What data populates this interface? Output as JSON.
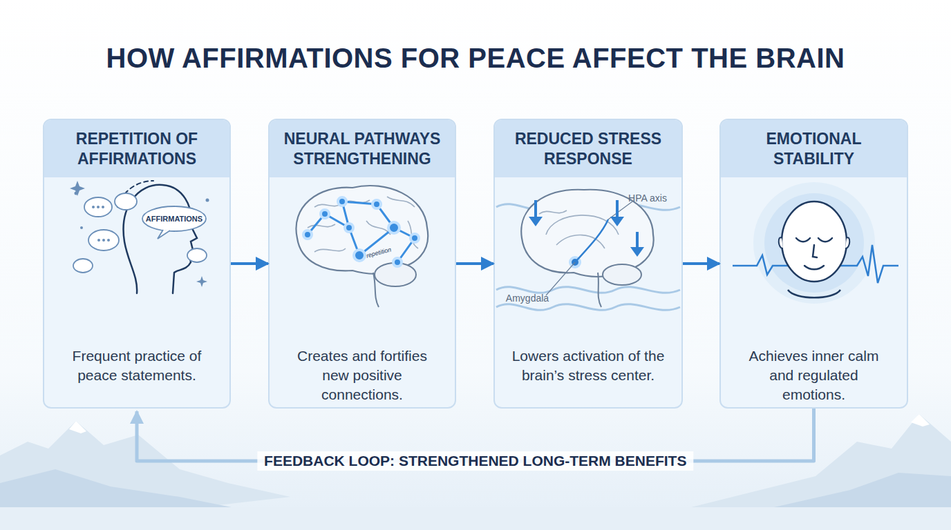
{
  "diagram": {
    "title": "HOW AFFIRMATIONS FOR PEACE AFFECT THE BRAIN",
    "nodes": [
      {
        "text": [
          "REPETITION OF AFFIRMATIONS",
          "Frequent practice of peace statements."
        ]
      },
      {
        "text": [
          "NEURAL PATHWAYS STRENGTHENING",
          "Creates and fortifies new positive connections."
        ]
      },
      {
        "text": [
          "REDUCED STRESS RESPONSE",
          "Lowers activation of the brain’s stress center."
        ]
      },
      {
        "text": [
          "EMOTIONAL STABILITY",
          "Achieves inner calm and regulated emotions."
        ]
      }
    ],
    "edges": [
      {
        "from": 0,
        "to": 1,
        "arrow": "to"
      },
      {
        "from": 1,
        "to": 2,
        "arrow": "to"
      },
      {
        "from": 2,
        "to": 3,
        "arrow": "to"
      },
      {
        "from": 3,
        "to": 0,
        "arrow": "to",
        "label": "FEEDBACK LOOP: STRENGTHENED LONG-TERM BENEFITS"
      }
    ],
    "labels": [
      "AFFIRMATIONS",
      "repetition",
      "HPA axis",
      "Amygdala"
    ]
  }
}
